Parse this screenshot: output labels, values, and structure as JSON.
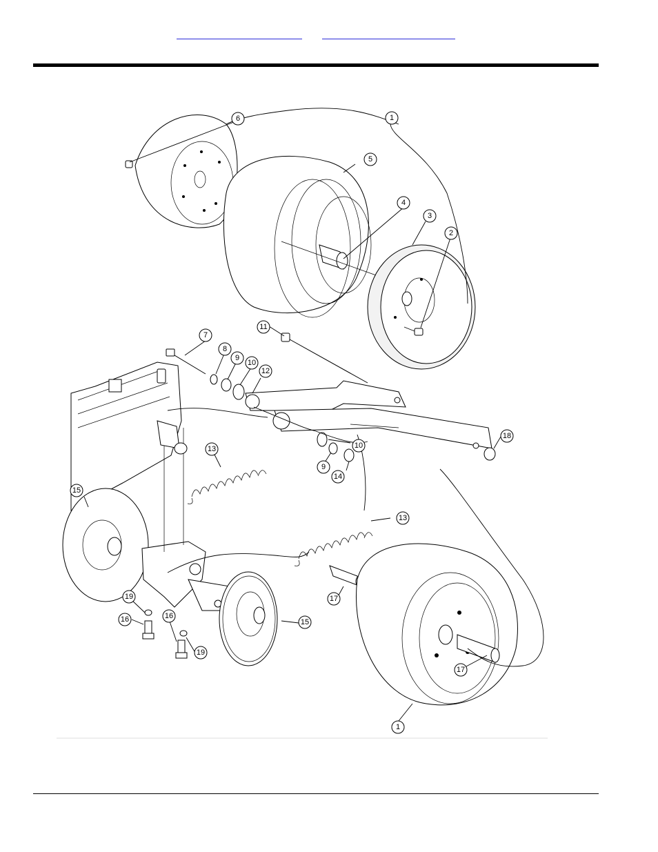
{
  "header": {
    "links": [
      "",
      ""
    ]
  },
  "diagram": {
    "callouts": [
      {
        "id": "c1a",
        "label": "1"
      },
      {
        "id": "c1b",
        "label": "1"
      },
      {
        "id": "c2",
        "label": "2"
      },
      {
        "id": "c3",
        "label": "3"
      },
      {
        "id": "c4",
        "label": "4"
      },
      {
        "id": "c5",
        "label": "5"
      },
      {
        "id": "c6",
        "label": "6"
      },
      {
        "id": "c7",
        "label": "7"
      },
      {
        "id": "c8",
        "label": "8"
      },
      {
        "id": "c9a",
        "label": "9"
      },
      {
        "id": "c9b",
        "label": "9"
      },
      {
        "id": "c10a",
        "label": "10"
      },
      {
        "id": "c10b",
        "label": "10"
      },
      {
        "id": "c11",
        "label": "11"
      },
      {
        "id": "c12",
        "label": "12"
      },
      {
        "id": "c13a",
        "label": "13"
      },
      {
        "id": "c13b",
        "label": "13"
      },
      {
        "id": "c14",
        "label": "14"
      },
      {
        "id": "c15a",
        "label": "15"
      },
      {
        "id": "c15b",
        "label": "15"
      },
      {
        "id": "c16a",
        "label": "16"
      },
      {
        "id": "c16b",
        "label": "16"
      },
      {
        "id": "c17a",
        "label": "17"
      },
      {
        "id": "c17b",
        "label": "17"
      },
      {
        "id": "c18",
        "label": "18"
      },
      {
        "id": "c19a",
        "label": "19"
      },
      {
        "id": "c19b",
        "label": "19"
      }
    ]
  }
}
